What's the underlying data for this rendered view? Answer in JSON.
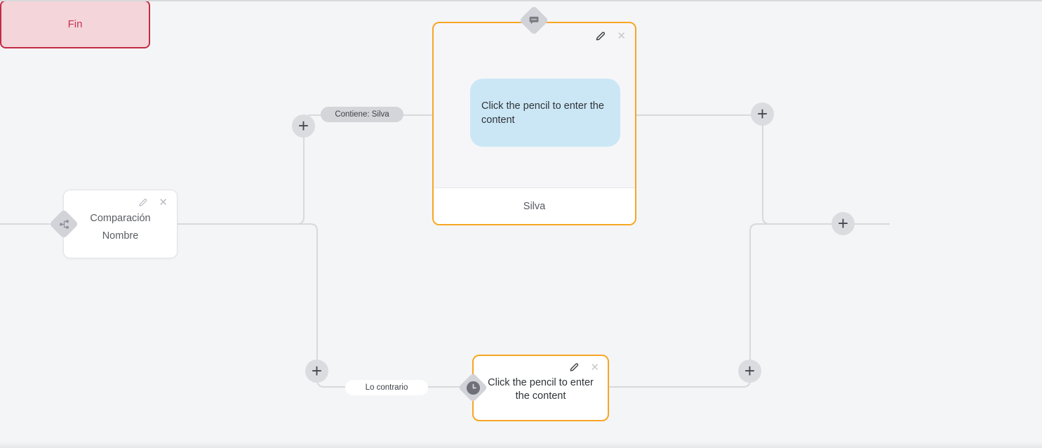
{
  "edge_labels": {
    "contains": "Contiene: Silva",
    "otherwise": "Lo contrario"
  },
  "condition_node": {
    "title_line1": "Comparación",
    "title_line2": "Nombre"
  },
  "message_node": {
    "bubble_text": "Click the pencil to enter the content",
    "footer_label": "Silva"
  },
  "delay_node": {
    "placeholder_text": "Click the pencil to enter the content"
  },
  "end_node": {
    "label": "Fin"
  },
  "icons": {
    "plus": "+",
    "close": "✕",
    "pencil": "pencil-icon",
    "condition_port": "hierarchy-icon",
    "message_port": "chat-bubble-icon",
    "delay_port": "clock-icon"
  },
  "colors": {
    "canvas_background": "#f4f5f6",
    "connector": "#d8d9dc",
    "node_accent_orange": "#f7a624",
    "end_border": "#c22b45",
    "end_background": "#f4d5da",
    "end_text": "#c2344f",
    "bubble_blue": "#cbe7f6",
    "badge_gray": "#d3d5d9",
    "port_diamond": "#d2d3d8"
  }
}
